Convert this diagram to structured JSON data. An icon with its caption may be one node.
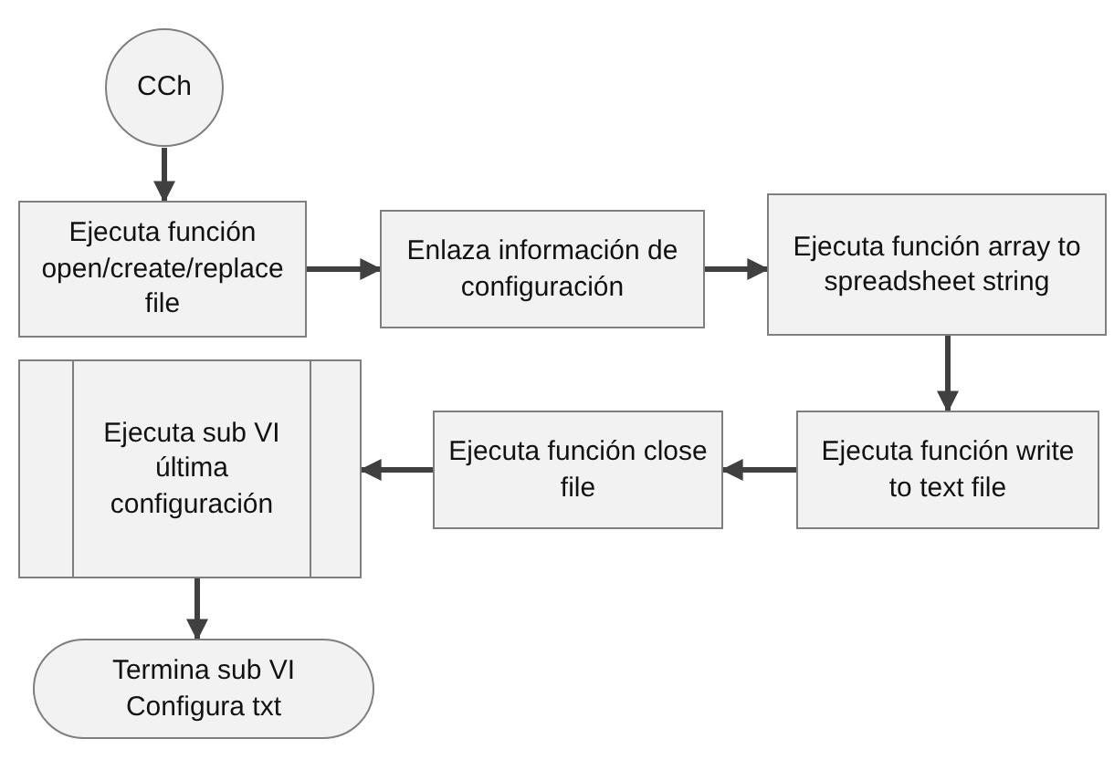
{
  "diagram": {
    "nodes": [
      {
        "text": [
          "CCh"
        ]
      },
      {
        "text": [
          "Ejecuta función open/create/replace file"
        ]
      },
      {
        "text": [
          "Enlaza información de configuración"
        ]
      },
      {
        "text": [
          "Ejecuta función array to spreadsheet string"
        ]
      },
      {
        "text": [
          "Ejecuta función write to text file"
        ]
      },
      {
        "text": [
          "Ejecuta función close file"
        ]
      },
      {
        "text": [
          "Ejecuta sub VI última configuración"
        ]
      },
      {
        "text": [
          "Termina sub VI Configura txt"
        ]
      }
    ],
    "edges": [
      {
        "from": 0,
        "to": 1,
        "arrow": "to"
      },
      {
        "from": 1,
        "to": 2,
        "arrow": "to"
      },
      {
        "from": 2,
        "to": 3,
        "arrow": "to"
      },
      {
        "from": 3,
        "to": 4,
        "arrow": "to"
      },
      {
        "from": 4,
        "to": 5,
        "arrow": "to"
      },
      {
        "from": 5,
        "to": 6,
        "arrow": "to"
      },
      {
        "from": 6,
        "to": 7,
        "arrow": "to"
      }
    ]
  }
}
